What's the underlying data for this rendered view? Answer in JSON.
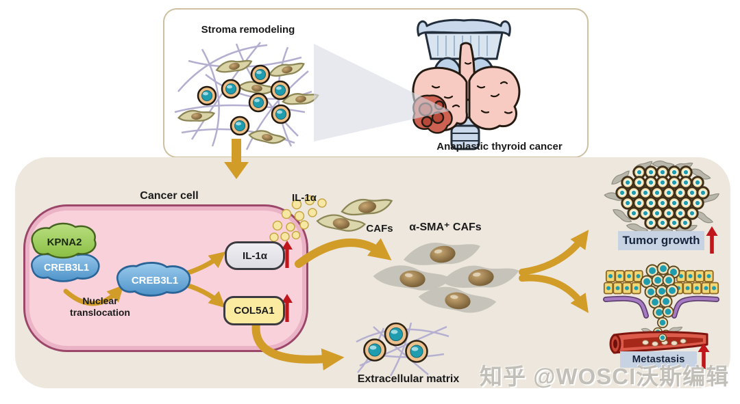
{
  "top_panel": {
    "stroma_label": "Stroma remodeling",
    "thyroid_label": "Anaplastic thyroid cancer"
  },
  "pathway": {
    "cancer_cell_label": "Cancer cell",
    "kpna2": "KPNA2",
    "creb3l1_complex": "CREB3L1",
    "creb3l1_nuclear": "CREB3L1",
    "nuclear_translocation": "Nuclear\ntranslocation",
    "il1a_gene": "IL-1α",
    "col5a1_gene": "COL5A1",
    "il1a_secreted": "IL-1α",
    "cafs": "CAFs",
    "asma_cafs": "α-SMA⁺ CAFs",
    "ecm": "Extracellular matrix",
    "tumor_growth": "Tumor growth",
    "metastasis": "Metastasis"
  },
  "watermark": "知乎 @WOSCI沃斯编辑",
  "colors": {
    "gold": "#D29C28",
    "red": "#C0161B",
    "panel_bg": "#EDE7DD",
    "cell_fill": "#F9D1DA",
    "cell_border": "#9C4769",
    "cell_inner": "#EBB3C6",
    "badge_bg": "#C7D3E2",
    "badge_text": "#16243E",
    "il1a_bg": "#DDDCE2",
    "col5a1_bg": "#FBEBA0",
    "box_border": "#3A3A40",
    "green_blob": "#9CCD57",
    "blue_blob": "#5E9FD3",
    "watermark": "#C2BFB8"
  }
}
